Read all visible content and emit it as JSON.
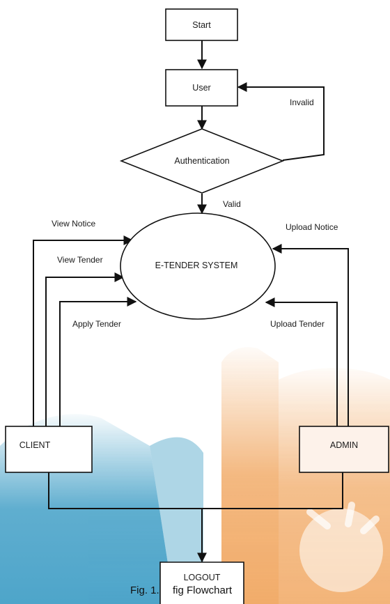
{
  "nodes": {
    "start": "Start",
    "user": "User",
    "authentication": "Authentication",
    "system": "E-TENDER SYSTEM",
    "client": "CLIENT",
    "admin": "ADMIN",
    "logout": "LOGOUT"
  },
  "edges": {
    "invalid": "Invalid",
    "valid": "Valid",
    "view_notice": "View Notice",
    "view_tender": "View Tender",
    "apply_tender": "Apply Tender",
    "upload_notice": "Upload Notice",
    "upload_tender": "Upload Tender"
  },
  "caption": {
    "fig_number": "Fig. 1.",
    "fig_title": "fig Flowchart"
  },
  "colors": {
    "line": "#111111",
    "watermark_teal": "#3a9bc4",
    "watermark_orange": "#f0a35a",
    "admin_fill": "#fdf2ea"
  }
}
